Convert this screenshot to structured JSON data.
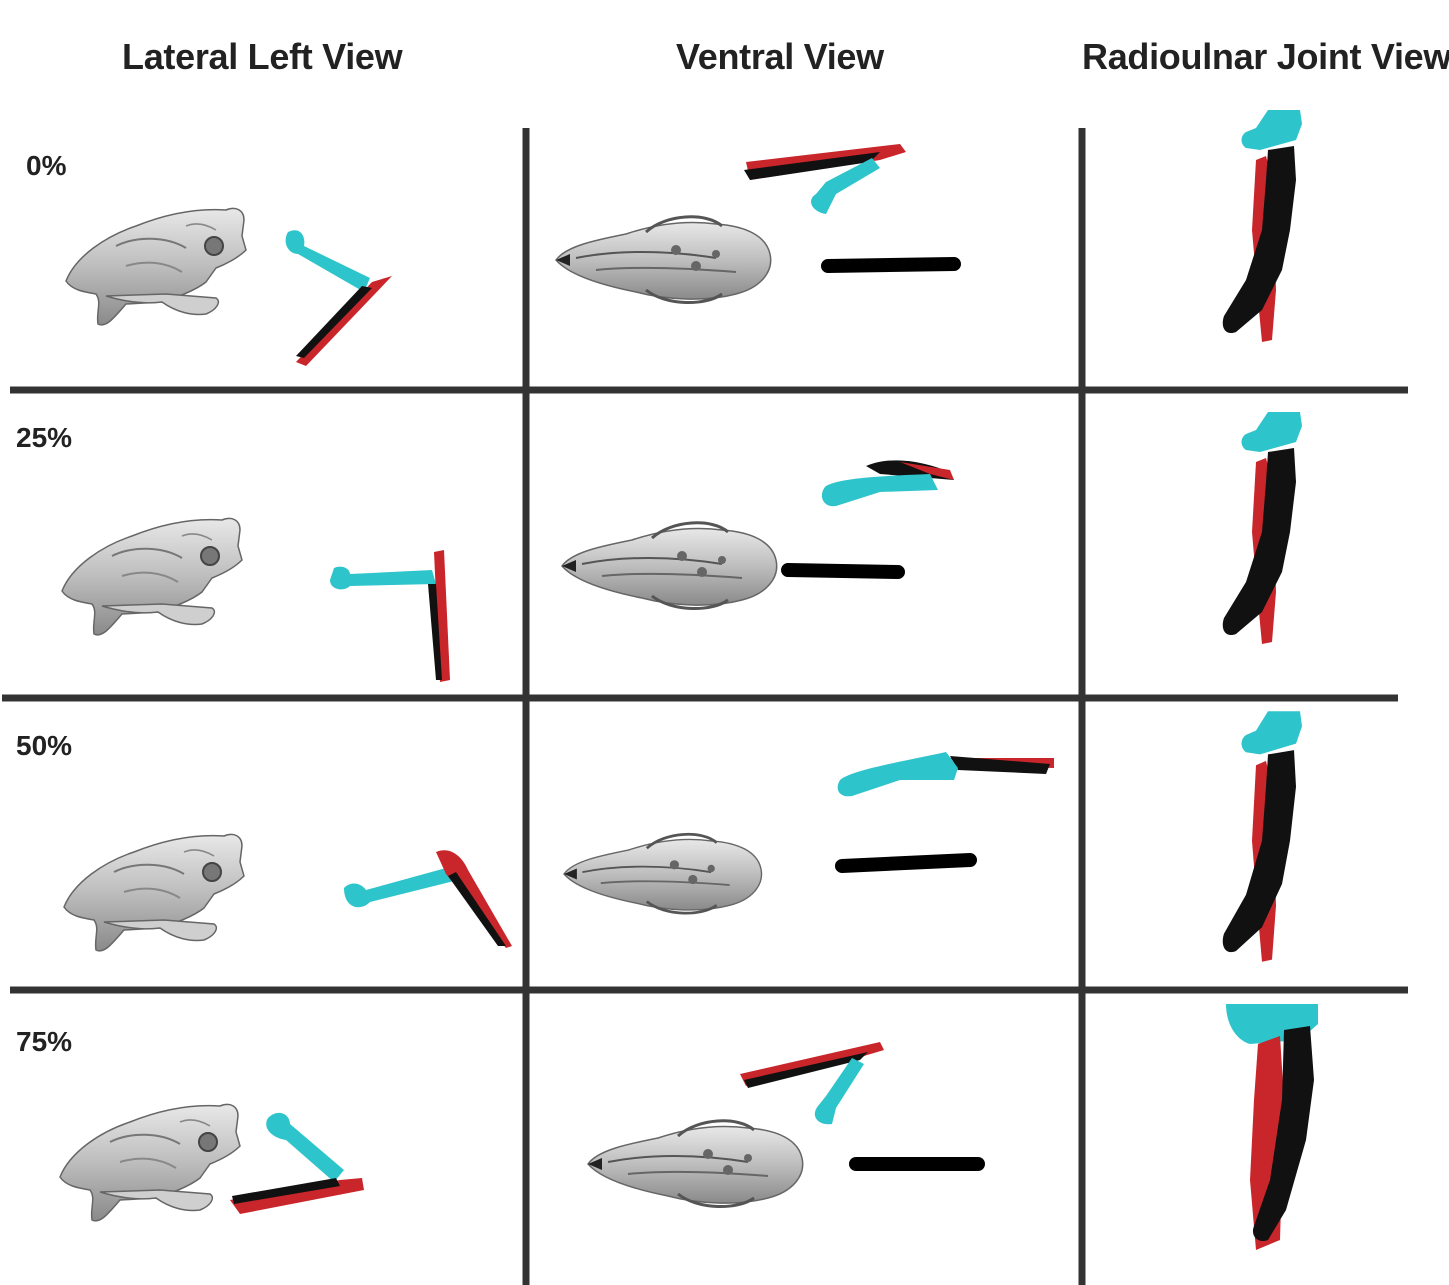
{
  "columns": [
    "Lateral Left View",
    "Ventral View",
    "Radioulnar Joint View"
  ],
  "rows": [
    "0%",
    "25%",
    "50%",
    "75%"
  ],
  "colors": {
    "humerus": "#2ec4cc",
    "radius": "#c8262b",
    "ulna": "#111111",
    "skull": "#bdbdbd",
    "grid": "#333333"
  }
}
